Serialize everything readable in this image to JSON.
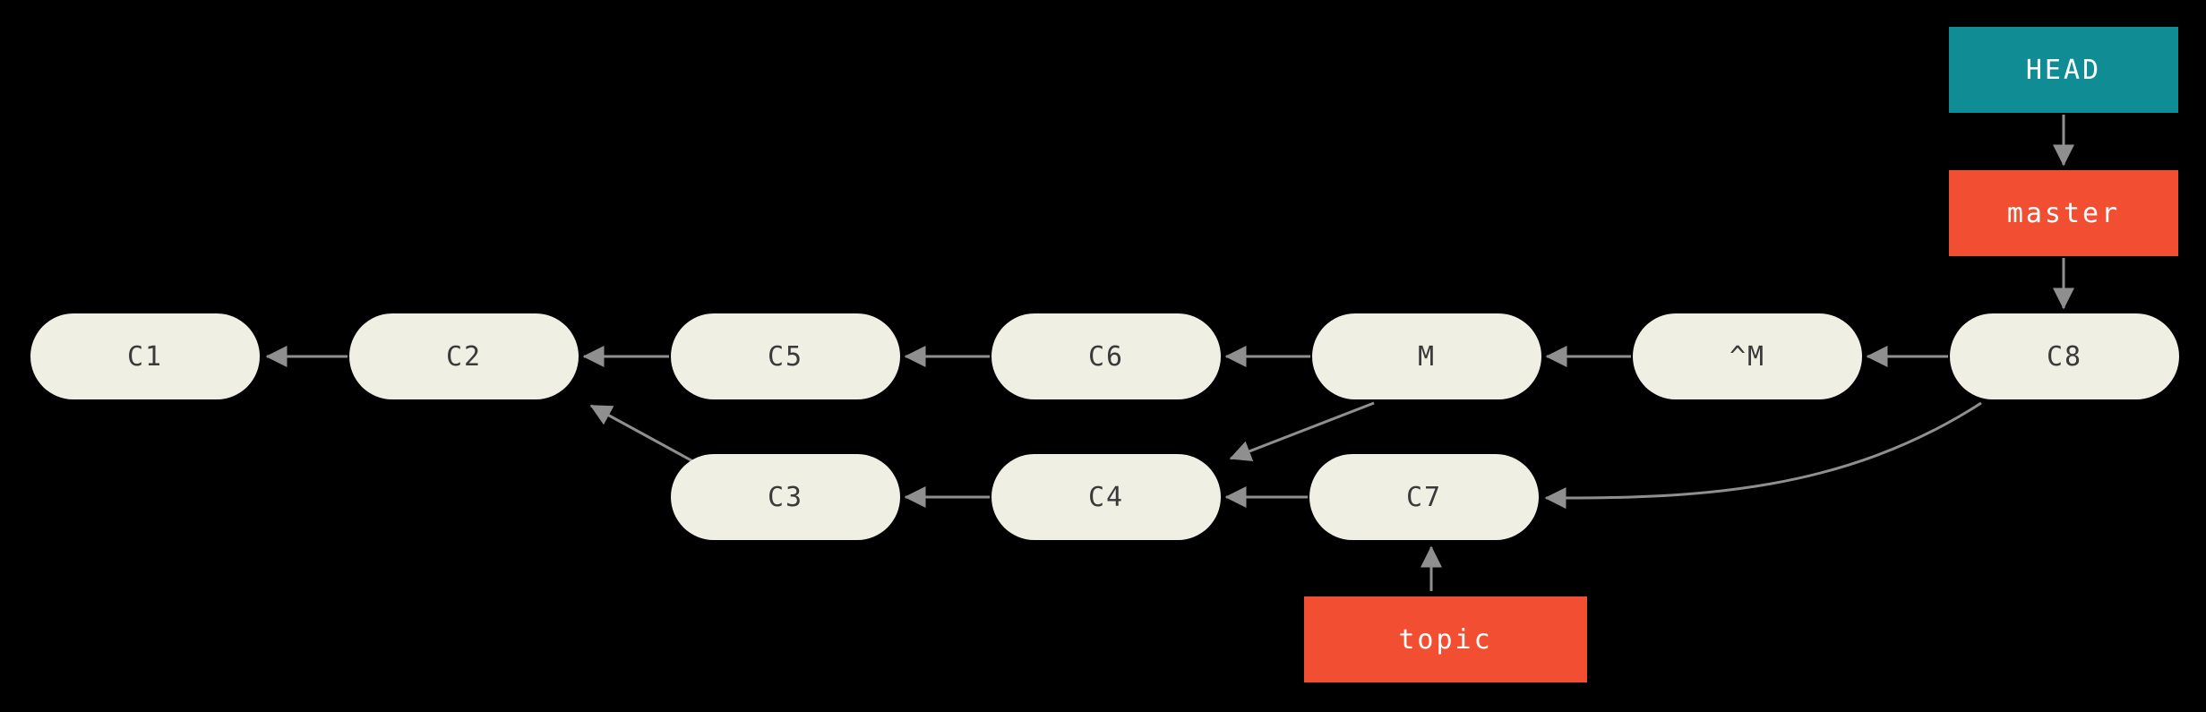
{
  "diagram": {
    "type": "git-commit-graph",
    "background": "#000000",
    "colors": {
      "commit_fill": "#F0EFE4",
      "commit_text": "#3A3A3A",
      "head_fill": "#108C95",
      "branch_fill": "#F14E32",
      "ref_text": "#FFFFFF",
      "edge": "#8F8F8F"
    },
    "commits": [
      {
        "id": "C1",
        "label": "C1"
      },
      {
        "id": "C2",
        "label": "C2"
      },
      {
        "id": "C5",
        "label": "C5"
      },
      {
        "id": "C6",
        "label": "C6"
      },
      {
        "id": "M",
        "label": "M"
      },
      {
        "id": "^M",
        "label": "^M"
      },
      {
        "id": "C8",
        "label": "C8"
      },
      {
        "id": "C3",
        "label": "C3"
      },
      {
        "id": "C4",
        "label": "C4"
      },
      {
        "id": "C7",
        "label": "C7"
      }
    ],
    "edges": [
      {
        "from": "C2",
        "to": "C1"
      },
      {
        "from": "C5",
        "to": "C2"
      },
      {
        "from": "C6",
        "to": "C5"
      },
      {
        "from": "M",
        "to": "C6"
      },
      {
        "from": "^M",
        "to": "M"
      },
      {
        "from": "C8",
        "to": "^M"
      },
      {
        "from": "C4",
        "to": "C3"
      },
      {
        "from": "C7",
        "to": "C4"
      },
      {
        "from": "C3",
        "to": "C2"
      },
      {
        "from": "M",
        "to": "C4"
      },
      {
        "from": "C8",
        "to": "C7"
      },
      {
        "from": "topic",
        "to": "C7"
      },
      {
        "from": "HEAD",
        "to": "master"
      },
      {
        "from": "master",
        "to": "C8"
      }
    ],
    "refs": [
      {
        "name": "HEAD",
        "type": "head",
        "points_to": "master"
      },
      {
        "name": "master",
        "type": "branch",
        "points_to": "C8"
      },
      {
        "name": "topic",
        "type": "branch",
        "points_to": "C7"
      }
    ]
  }
}
